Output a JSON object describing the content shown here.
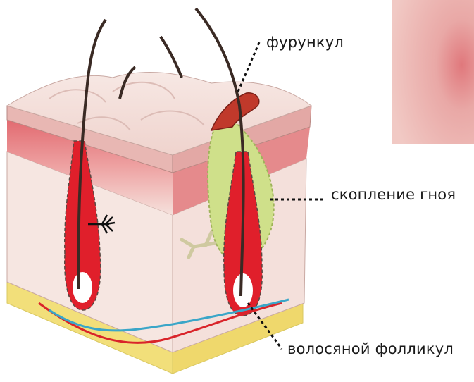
{
  "labels": {
    "furuncle": "фурункул",
    "pus": "скопление гноя",
    "follicle": "волосяной фолликул"
  },
  "colors": {
    "epidermis": "#f3d9d3",
    "dermis": "#f6e4e0",
    "inflamed": "#d9656b",
    "fat": "#f2e07a",
    "pus": "#cfe08a",
    "follicle": "#e01f2b",
    "hair": "#3a2a24",
    "artery": "#d9242a",
    "vein": "#3aa6c8",
    "inset_skin": "#eab3b1"
  },
  "icons": [
    "hair-strand",
    "nerve-ending-icon",
    "pus-pocket",
    "blood-vessels"
  ]
}
